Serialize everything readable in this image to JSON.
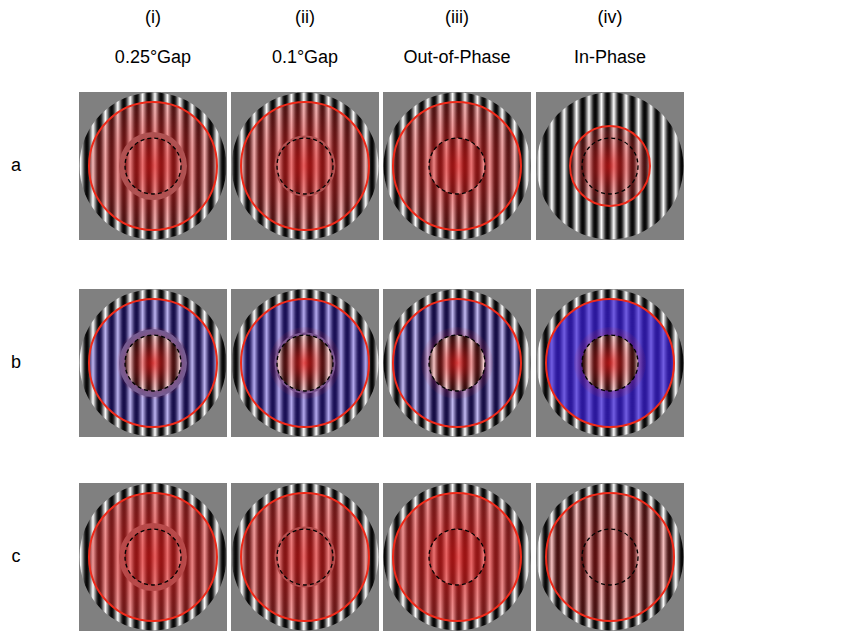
{
  "diagram": {
    "labels": [
      "(i)",
      "(ii)",
      "(iii)",
      "(iv)",
      "0.25°Gap",
      "0.1°Gap",
      "Out-of-Phase",
      "In-Phase",
      "a",
      "b",
      "c"
    ]
  }
}
